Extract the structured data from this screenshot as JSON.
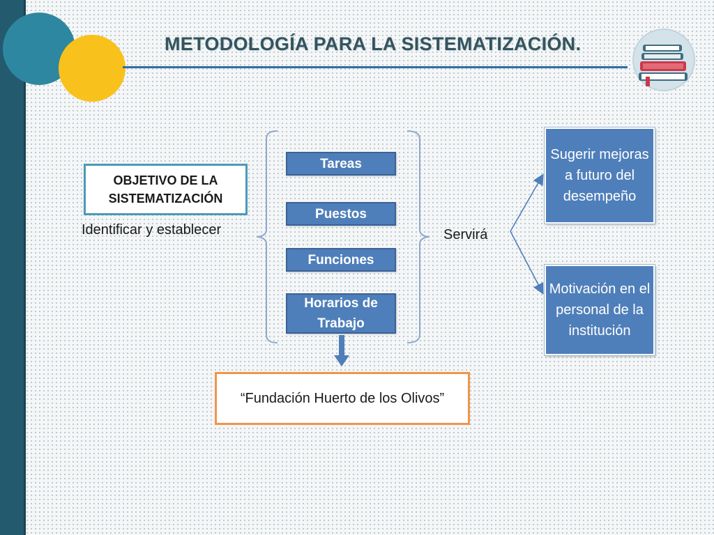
{
  "title": "METODOLOGÍA PARA LA SISTEMATIZACIÓN.",
  "icons": {
    "books": "books-icon"
  },
  "colors": {
    "accent": "#2e87a1",
    "secondary": "#f9c11b",
    "box_fill": "#4f7fba",
    "box_border": "#4a9aba",
    "highlight_border": "#f0954b"
  },
  "objective": {
    "heading": "OBJETIVO DE LA SISTEMATIZACIÓN",
    "label": "Identificar y establecer"
  },
  "tasks": [
    "Tareas",
    "Puestos",
    "Funciones",
    "Horarios de Trabajo"
  ],
  "serve_label": "Servirá",
  "results": [
    "Sugerir mejoras a futuro del desempeño",
    "Motivación en el personal de la institución"
  ],
  "foundation": "“Fundación Huerto de los Olivos”"
}
